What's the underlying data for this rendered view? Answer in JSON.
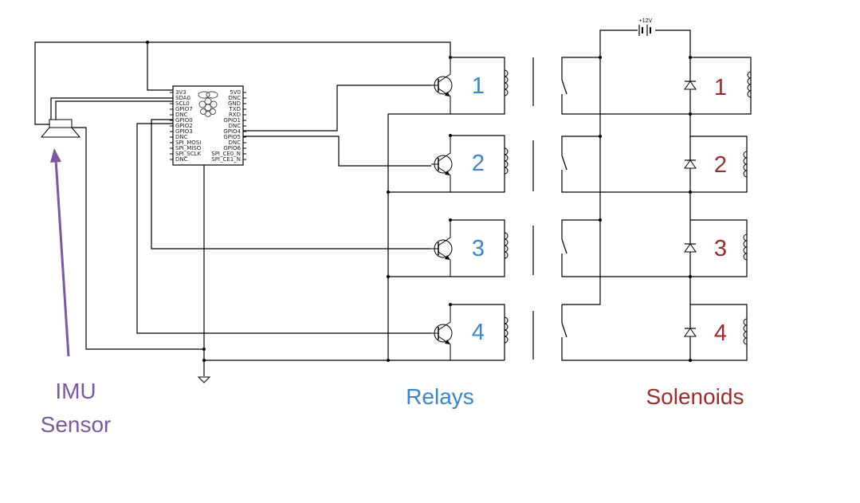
{
  "battery": {
    "label": "+12V"
  },
  "pi": {
    "left_pins": [
      "3V3",
      "SDA0",
      "SCL0",
      "GPIO7",
      "DNC",
      "GPIO0",
      "GPIO2",
      "GPIO3",
      "DNC",
      "SPI_MOSI",
      "SPI_MISO",
      "SPI_SCLK",
      "DNC"
    ],
    "right_pins": [
      "5V0",
      "DNC",
      "GND",
      "TXD",
      "RXD",
      "GPIO1",
      "DNC",
      "GPIO4",
      "GPIO5",
      "DNC",
      "GPIO6",
      "SPI_CE0_N",
      "SPI_CE1_N"
    ]
  },
  "relays": {
    "numbers": [
      "1",
      "2",
      "3",
      "4"
    ],
    "label": "Relays",
    "color": "#3a85cc"
  },
  "solenoids": {
    "numbers": [
      "1",
      "2",
      "3",
      "4"
    ],
    "label": "Solenoids",
    "color": "#9b2d2d"
  },
  "imu": {
    "line1": "IMU",
    "line2": "Sensor",
    "color": "#7a5a9e"
  }
}
